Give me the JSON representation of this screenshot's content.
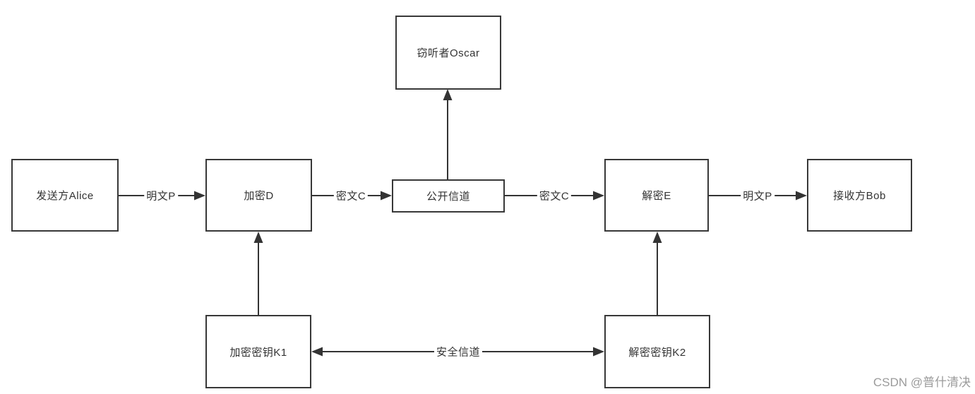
{
  "diagram": {
    "title": "encryption-communication-flow",
    "nodes": {
      "sender": "发送方Alice",
      "encrypt": "加密D",
      "public_channel": "公开信道",
      "decrypt": "解密E",
      "receiver": "接收方Bob",
      "eavesdropper": "窃听者Oscar",
      "encrypt_key": "加密密钥K1",
      "decrypt_key": "解密密钥K2"
    },
    "edge_labels": {
      "plaintext_1": "明文P",
      "ciphertext_1": "密文C",
      "ciphertext_2": "密文C",
      "plaintext_2": "明文P",
      "secure_channel": "安全信道"
    },
    "colors": {
      "line": "#333333",
      "box_border": "#383838",
      "box_fill": "#ffffff",
      "text": "#333333",
      "watermark": "#9b9b9b"
    }
  },
  "watermark": {
    "text": "CSDN @普什清决"
  }
}
